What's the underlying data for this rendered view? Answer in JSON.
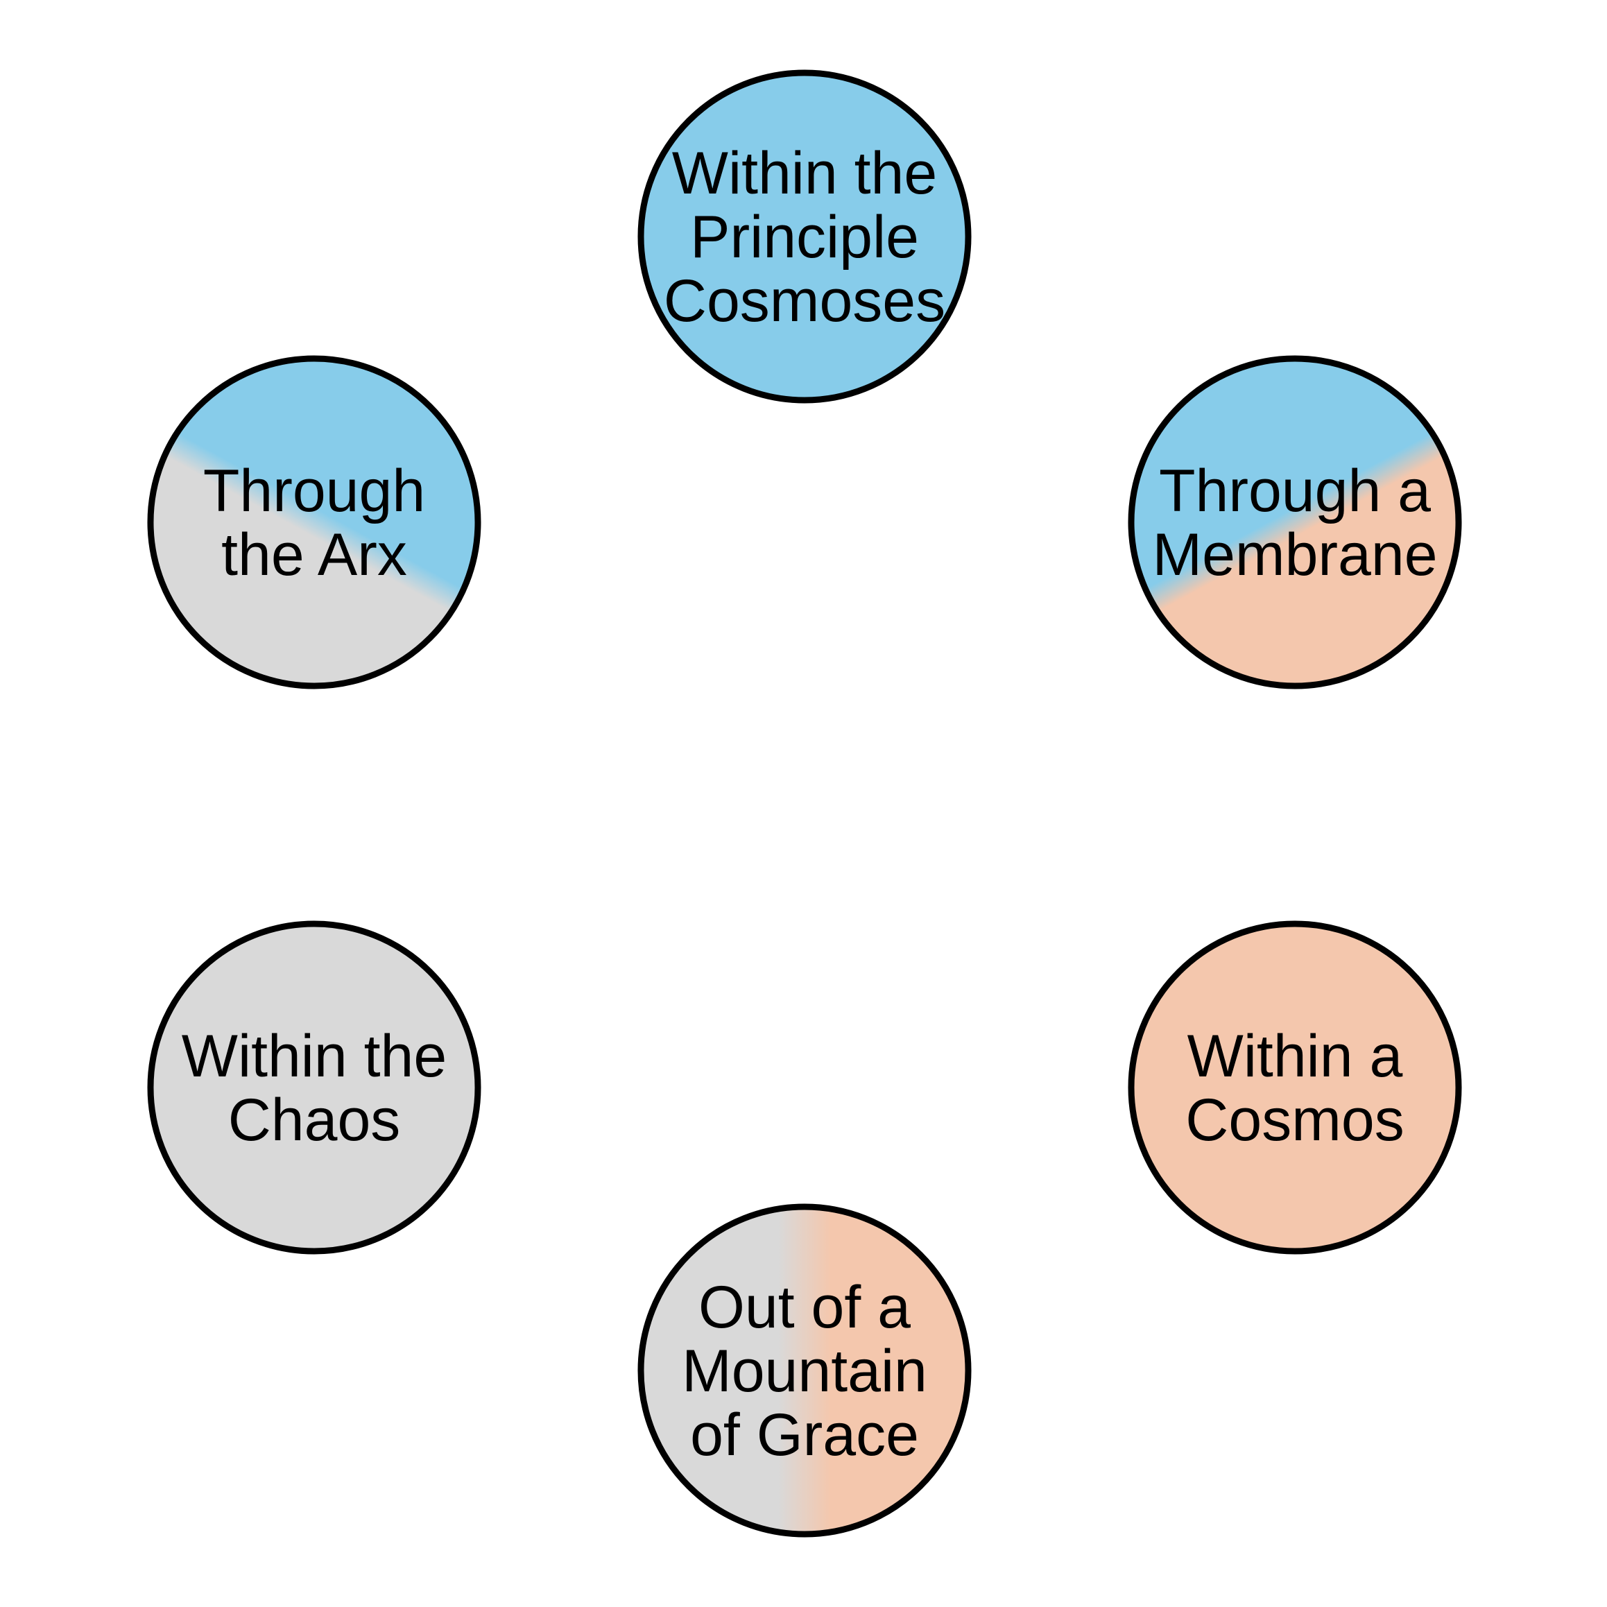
{
  "colors": {
    "blue": "#87ccea",
    "peach": "#f4c7ad",
    "gray": "#d9d9d9",
    "outline": "#000000",
    "background": "#ffffff"
  },
  "nodes": [
    {
      "id": "within-principle-cosmoses",
      "lines": [
        "Within the",
        "Principle",
        "Cosmoses"
      ],
      "fill": "blue"
    },
    {
      "id": "through-a-membrane",
      "lines": [
        "Through a",
        "Membrane"
      ],
      "fill": "blue-to-peach"
    },
    {
      "id": "within-a-cosmos",
      "lines": [
        "Within a",
        "Cosmos"
      ],
      "fill": "peach"
    },
    {
      "id": "out-of-a-mountain-of-grace",
      "lines": [
        "Out of a",
        "Mountain",
        "of Grace"
      ],
      "fill": "gray-to-peach"
    },
    {
      "id": "within-the-chaos",
      "lines": [
        "Within the",
        "Chaos"
      ],
      "fill": "gray"
    },
    {
      "id": "through-the-arx",
      "lines": [
        "Through",
        "the Arx"
      ],
      "fill": "blue-to-gray"
    }
  ]
}
